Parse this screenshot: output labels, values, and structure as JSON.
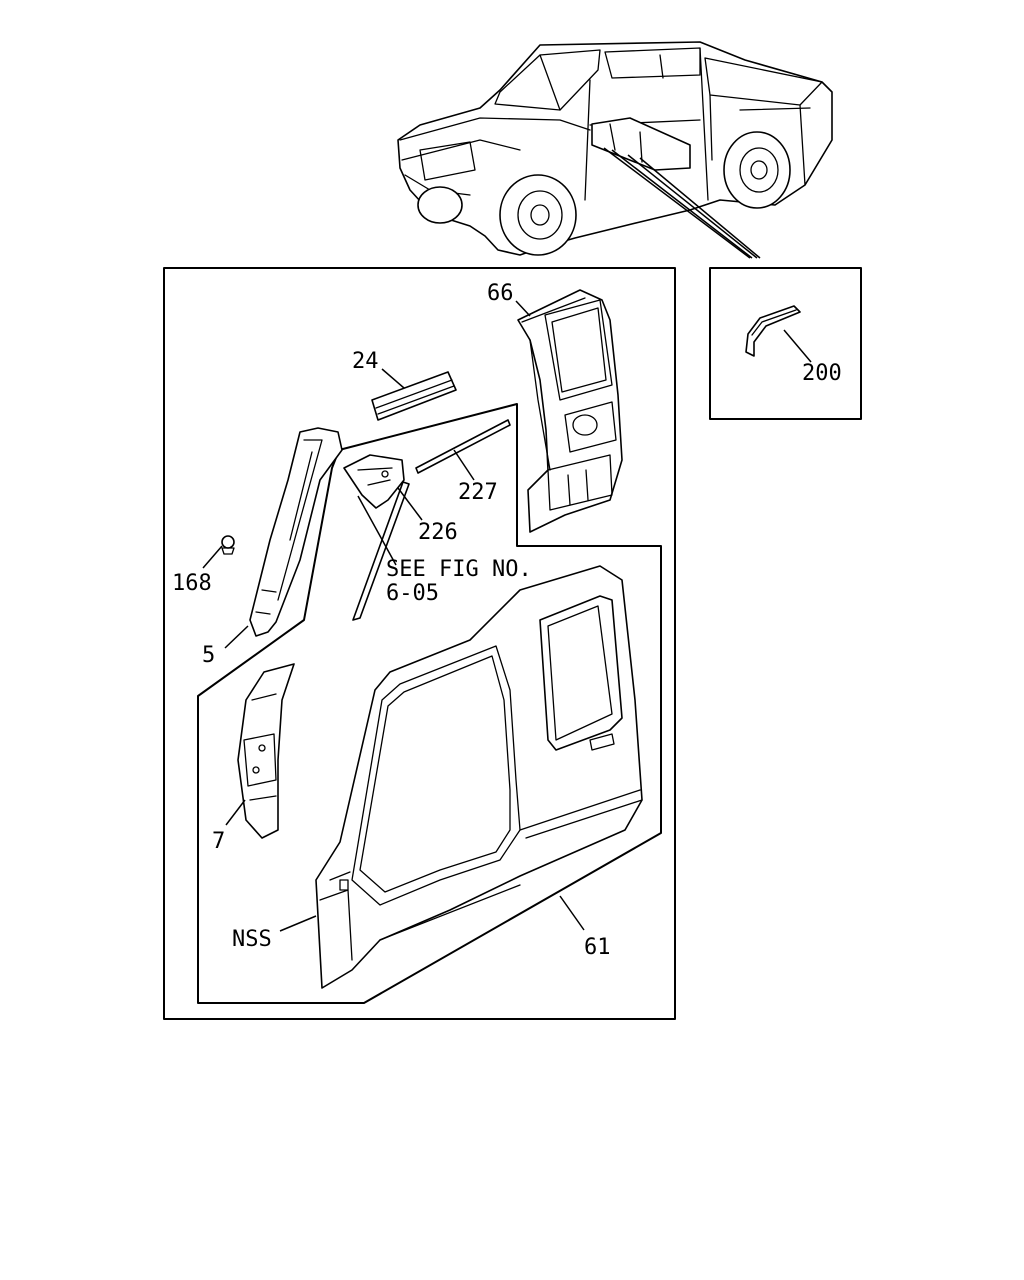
{
  "callouts": {
    "p66": "66",
    "p24": "24",
    "p227": "227",
    "p226": "226",
    "see_fig_line1": "SEE FIG NO.",
    "see_fig_line2": "6-05",
    "p168": "168",
    "p5": "5",
    "p7": "7",
    "nss": "NSS",
    "p61": "61",
    "p200": "200"
  }
}
